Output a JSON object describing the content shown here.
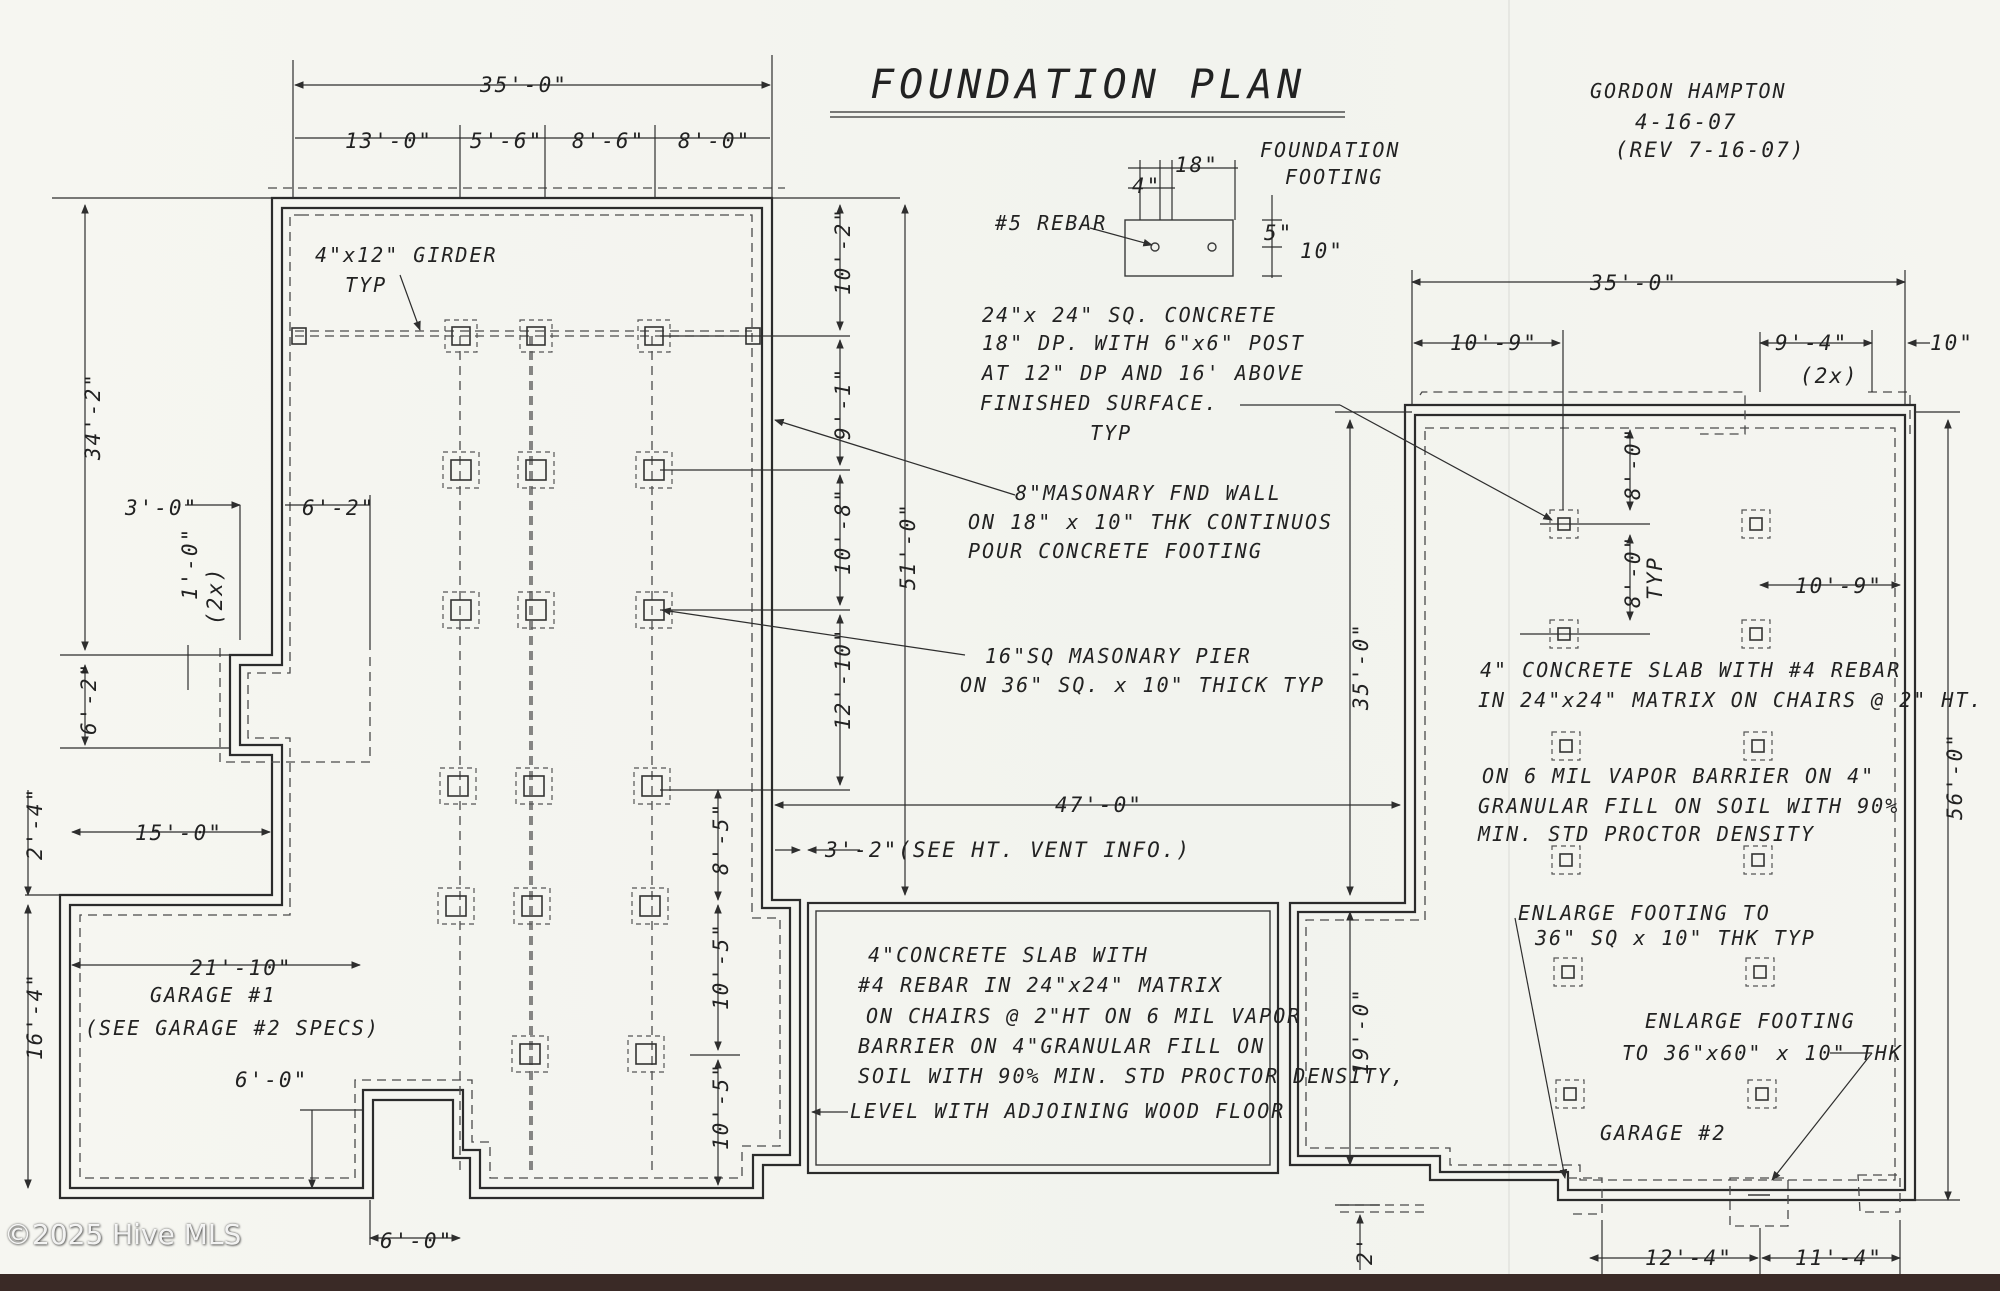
{
  "title": "FOUNDATION PLAN",
  "author": {
    "name": "GORDON HAMPTON",
    "date": "4-16-07",
    "revision": "(REV 7-16-07)"
  },
  "footing_detail": {
    "title_line1": "FOUNDATION",
    "title_line2": "FOOTING",
    "rebar": "#5 REBAR",
    "width": "18\"",
    "offset": "4\"",
    "cover": "5\"",
    "depth": "10\""
  },
  "dimensions": {
    "top_overall": "35'-0\"",
    "seg_a": "13'-0\"",
    "seg_b": "5'-6\"",
    "seg_c": "8'-6\"",
    "seg_d": "8'-0\"",
    "left_overall": "34'-2\"",
    "notch_w": "3'-0\"",
    "notch_w2": "6'-2\"",
    "notch_h": "1'-0\"",
    "notch_h_mult": "(2x)",
    "notch_depth": "6'-2\"",
    "gar1_top_h": "2'-4\"",
    "gar1_w": "15'-0\"",
    "gar1_full_w": "21'-10\"",
    "gar1_h": "16'-4\"",
    "gar1_step_w": "6'-0\"",
    "gar1_bottom": "6'-0\"",
    "right_a": "10'-2\"",
    "right_b": "9'-1\"",
    "right_c": "10'-8\"",
    "right_d": "12'-10\"",
    "right_overall": "51'-0\"",
    "span_e": "8'-5\"",
    "span_f": "10'-5\"",
    "span_g": "10'-5\"",
    "connector": "47'-0\"",
    "vent": "3'-2\"(SEE HT. VENT INFO.)",
    "gar2_top": "35'-0\"",
    "gar2_left_off": "10'-9\"",
    "gar2_right_off": "9'-4\"",
    "gar2_right_mult": "(2x)",
    "gar2_edge": "10\"",
    "gar2_h": "35'-0\"",
    "gar2_full_h": "56'-0\"",
    "gar2_lower": "19'-0\"",
    "grid_v1": "8'-0\"",
    "grid_v2": "8'-0\"",
    "grid_typ": "TYP",
    "grid_h": "10'-9\"",
    "gar2_bot_a": "12'-4\"",
    "gar2_bot_b": "11'-4\"",
    "gar2_bot_drop": "2'"
  },
  "notes": {
    "girder_1": "4\"x12\" GIRDER",
    "girder_2": "TYP",
    "post_1": "24\"x 24\" SQ. CONCRETE",
    "post_2": "18\" DP. WITH 6\"x6\" POST",
    "post_3": "AT 12\" DP AND 16' ABOVE",
    "post_4": "FINISHED SURFACE.",
    "post_5": "TYP",
    "wall_1": "8\"MASONARY FND WALL",
    "wall_2": "ON 18\" x 10\" THK CONTINUOS",
    "wall_3": "POUR CONCRETE FOOTING",
    "pier_1": "16\"SQ MASONARY PIER",
    "pier_2": "ON 36\" SQ. x 10\" THICK TYP",
    "slab2_1": "4\" CONCRETE SLAB WITH #4 REBAR",
    "slab2_2": "IN 24\"x24\" MATRIX ON CHAIRS @ 2\" HT.",
    "slab2_3": "ON 6 MIL VAPOR BARRIER ON 4\"",
    "slab2_4": "GRANULAR FILL ON SOIL WITH 90%",
    "slab2_5": "MIN. STD PROCTOR DENSITY",
    "enl_1": "ENLARGE FOOTING TO",
    "enl_2": "36\" SQ x 10\" THK TYP",
    "enl_3": "ENLARGE FOOTING",
    "enl_4": "TO 36\"x60\" x 10\" THK",
    "gar2_label": "GARAGE #2",
    "slab_1": "4\"CONCRETE SLAB WITH",
    "slab_2": "#4 REBAR IN 24\"x24\" MATRIX",
    "slab_3": "ON CHAIRS @ 2\"HT ON 6 MIL VAPOR",
    "slab_4": "BARRIER ON 4\"GRANULAR FILL ON",
    "slab_5": "SOIL WITH 90% MIN. STD PROCTOR DENSITY,",
    "slab_6": "LEVEL WITH ADJOINING WOOD FLOOR",
    "gar1_label": "GARAGE #1",
    "gar1_sub": "(SEE GARAGE #2 SPECS)"
  },
  "watermark": "©2025 Hive MLS"
}
